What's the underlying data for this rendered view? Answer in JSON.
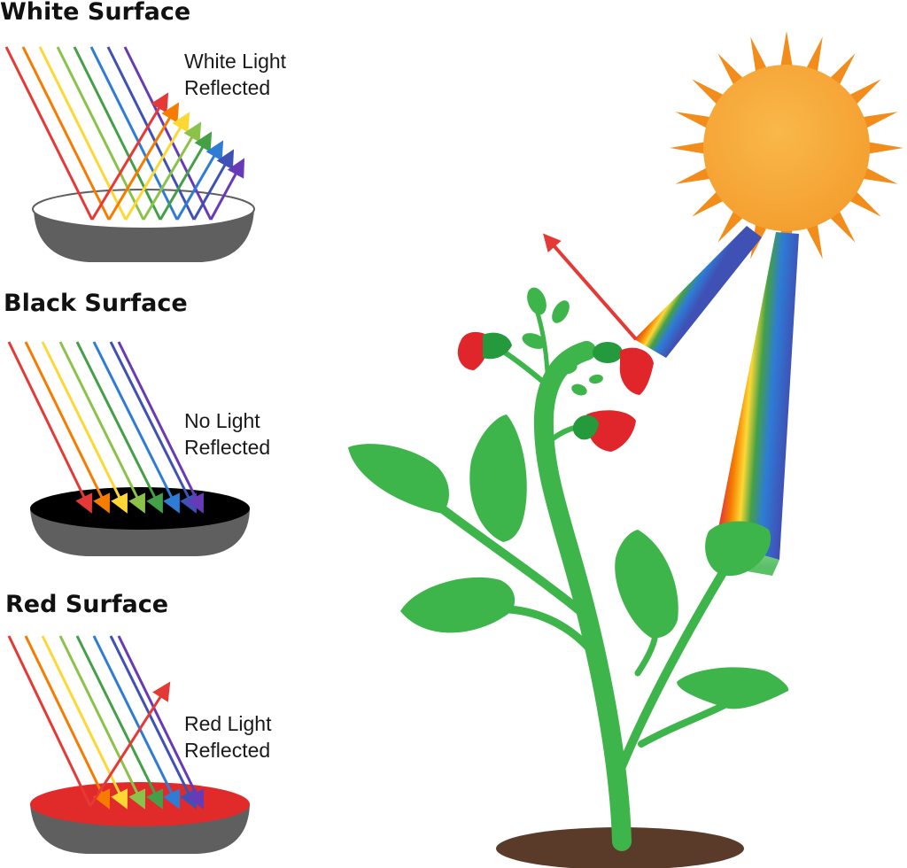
{
  "panels": {
    "white": {
      "title": "White Surface",
      "caption_line1": "White Light",
      "caption_line2": "Reflected",
      "surface_color": "#ffffff",
      "reflected": "all"
    },
    "black": {
      "title": "Black Surface",
      "caption_line1": "No Light",
      "caption_line2": "Reflected",
      "surface_color": "#000000",
      "reflected": "none"
    },
    "red": {
      "title": "Red Surface",
      "caption_line1": "Red Light",
      "caption_line2": "Reflected",
      "surface_color": "#e12b2b",
      "reflected": "red"
    }
  },
  "spectrum_colors": [
    "#e53935",
    "#f57c00",
    "#fdd835",
    "#8bc34a",
    "#43a047",
    "#2e7cd6",
    "#3f51b5",
    "#673ab7"
  ],
  "colors": {
    "bowl_body": "#5f5f5f",
    "sun_body": "#f7a93a",
    "sun_rays": "#f28c1a",
    "leaf": "#3db54a",
    "stem": "#3db54a",
    "flower": "#e0262b",
    "soil": "#5a3b2a",
    "reflected_arrow": "#e53935"
  }
}
